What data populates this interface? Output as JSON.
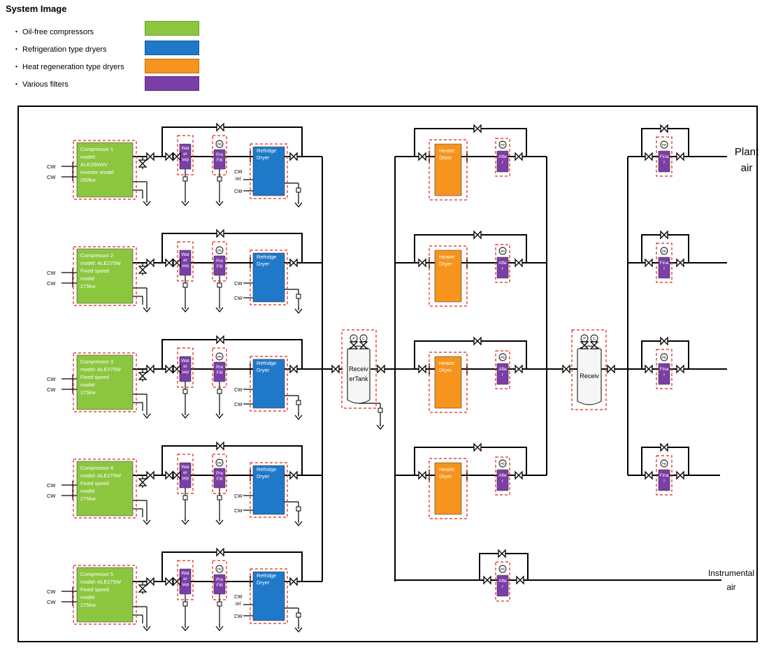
{
  "title": "System Image",
  "legend": [
    {
      "label": "・ Oil-free compressors",
      "color": "#8cc63f",
      "border": "#6a9a2a"
    },
    {
      "label": "・ Refrigeration type dryers",
      "color": "#1f78c8",
      "border": "#175a96"
    },
    {
      "label": "・ Heat regeneration type dryers",
      "color": "#f7941d",
      "border": "#c46e0c"
    },
    {
      "label": "・ Various filters",
      "color": "#7b3ea6",
      "border": "#5b2d7c"
    }
  ],
  "compressors": [
    {
      "lines": [
        "Compressor 1",
        "model:",
        "ALE250WV",
        "Inverter model",
        "250kw"
      ]
    },
    {
      "lines": [
        "Compressor 2",
        "model: ALE275W",
        "Fixed speed",
        "model",
        "275kw"
      ]
    },
    {
      "lines": [
        "Compressor 3",
        "model: ALE275W",
        "Fixed speed",
        "model",
        "275kw"
      ]
    },
    {
      "lines": [
        "Compressor 4",
        "model: ALE275W",
        "Fixed speed",
        "model",
        "275kw"
      ]
    },
    {
      "lines": [
        "Compressor 5",
        "model: ALE275W",
        "Fixed speed",
        "model",
        "275kw"
      ]
    }
  ],
  "cw_label": "CW",
  "cw_inl_label": "CW\ninl",
  "water_sep_lines": [
    "Wat",
    "er",
    "sep"
  ],
  "pre_filter_lines": [
    "Pre",
    "Filt"
  ],
  "refridge_dryer_lines": [
    "Refridge",
    "Dryer"
  ],
  "receiver_tank_1_lines": [
    "Receiv",
    "erTank"
  ],
  "receiver_tank_2_lines": [
    "Receiv"
  ],
  "heater_dryer_lines": [
    "Heater",
    "Dryer"
  ],
  "after_filter_lines": [
    "Afte",
    "r"
  ],
  "final_filter_lines": [
    "Fina",
    "l"
  ],
  "gauge_letters": [
    "P",
    "C"
  ],
  "pd_label": "PD",
  "outputs": {
    "plant_air_lines": [
      "Plant",
      "air"
    ],
    "instrumental_air_lines": [
      "Instrumental",
      "air"
    ]
  },
  "colors": {
    "compressor": "#8cc63f",
    "refridge": "#1f78c8",
    "heater": "#f7941d",
    "filter": "#7b3ea6",
    "dash": "#e0241b",
    "pipe": "#000000"
  }
}
